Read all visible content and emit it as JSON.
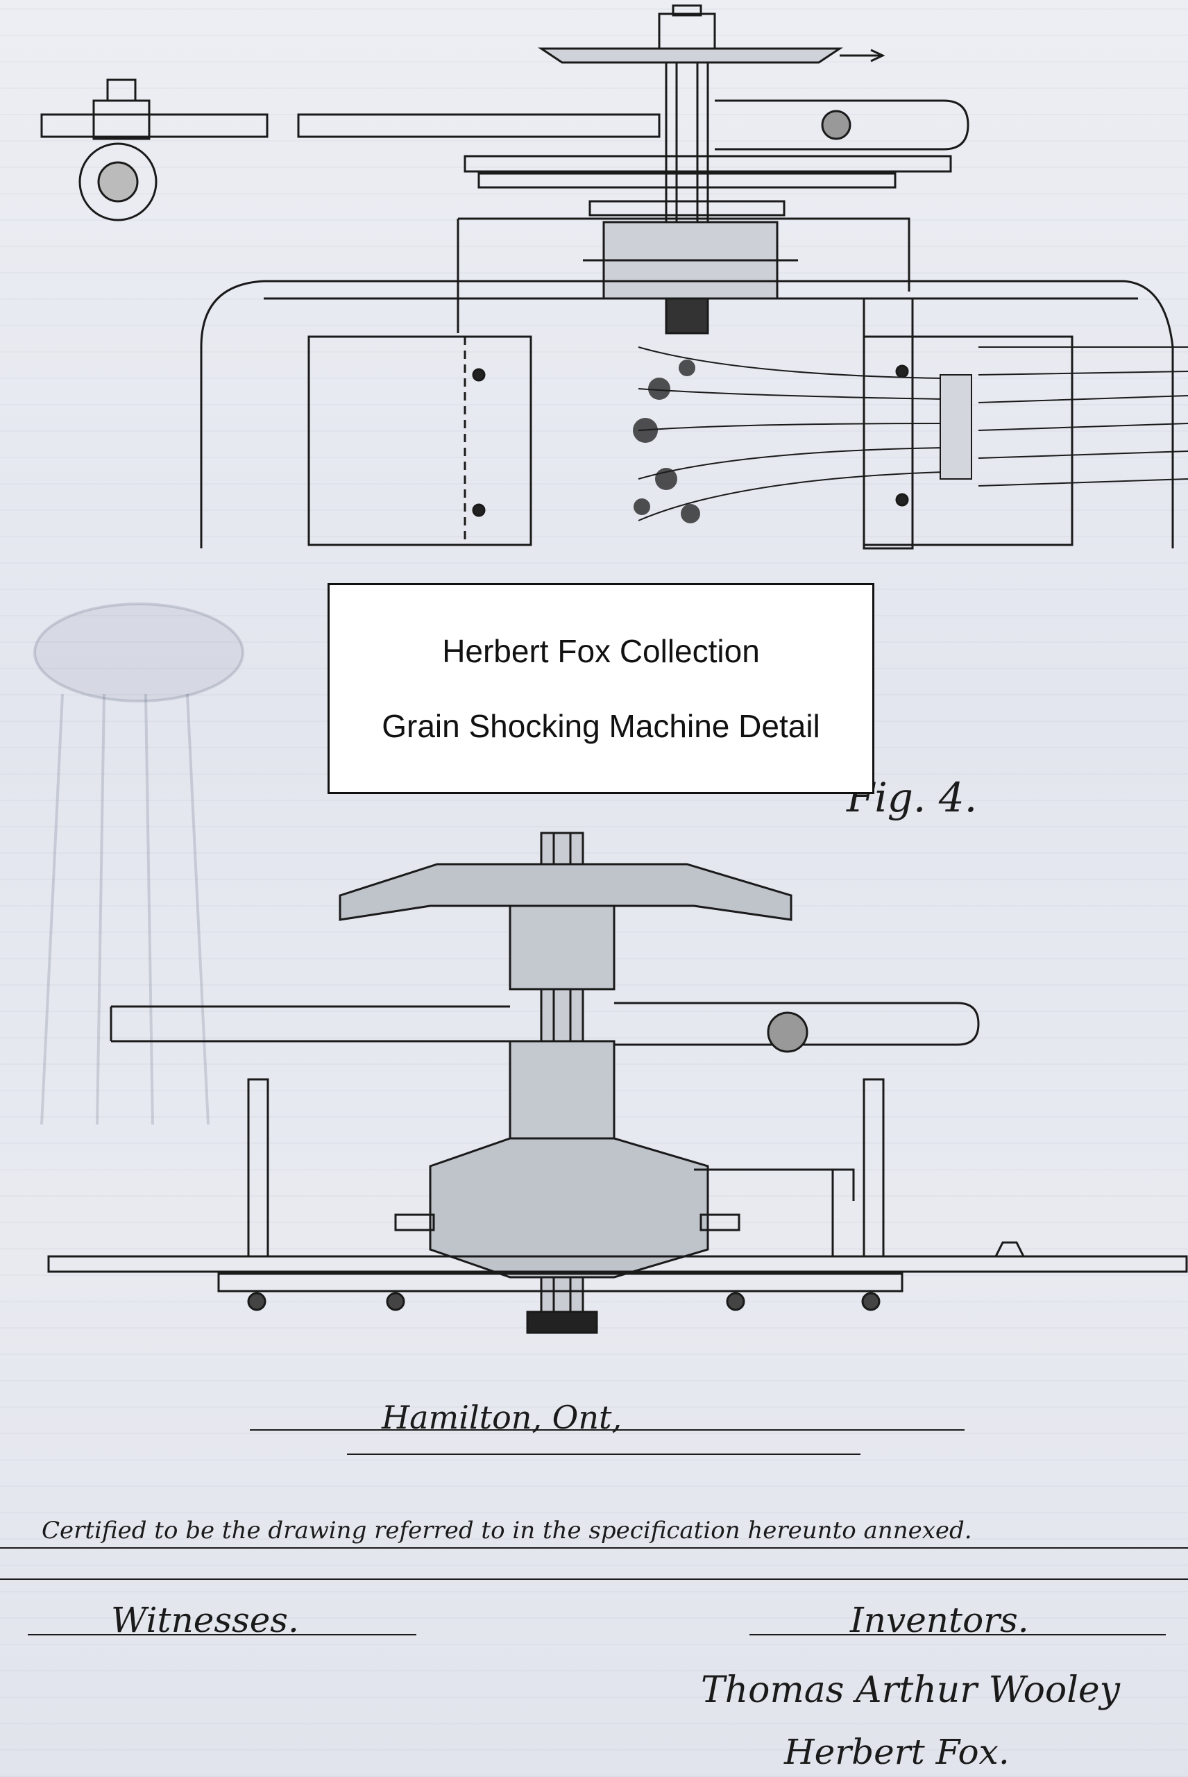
{
  "label": {
    "collection": "Herbert Fox Collection",
    "subtitle": "Grain Shocking Machine Detail"
  },
  "figures": {
    "fig4": "Fig. 4."
  },
  "handwriting": {
    "location": "Hamilton, Ont,",
    "certification": "Certified to be the drawing referred to in the specification hereunto annexed.",
    "witnesses": "Witnesses.",
    "inventors": "Inventors.",
    "signature1": "Thomas Arthur Wooley",
    "signature2": "Herbert Fox."
  },
  "colors": {
    "paper": "#e6e9ef",
    "ink": "#1a1a1a",
    "label_bg": "#ffffff"
  }
}
